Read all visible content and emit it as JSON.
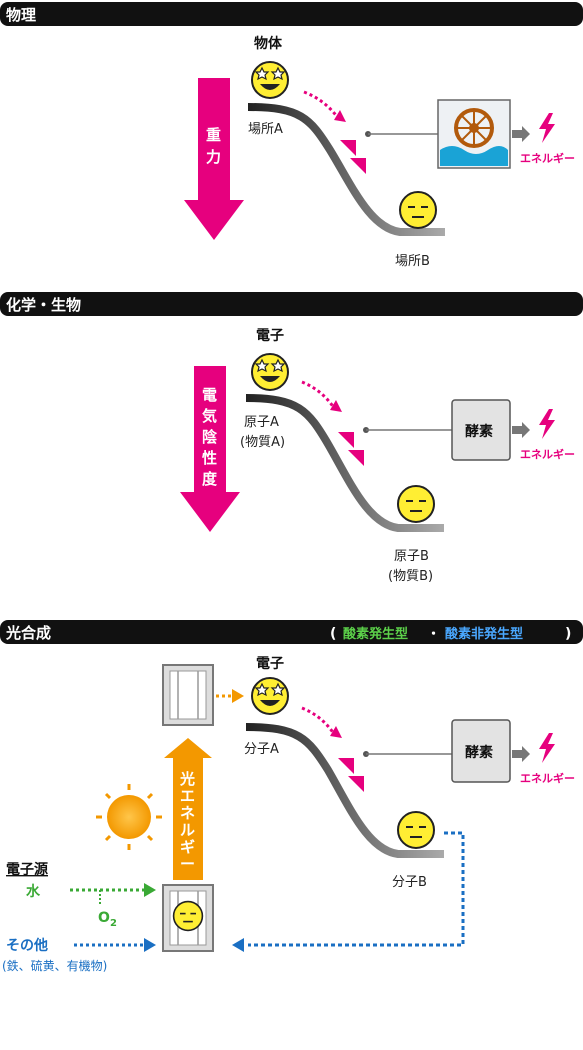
{
  "sections": {
    "physics": {
      "title": "物理",
      "subject": "物体",
      "force": [
        "重",
        "力"
      ],
      "place_a": "場所A",
      "place_b": "場所B",
      "output": "エネルギー"
    },
    "chemistry": {
      "title": "化学・生物",
      "subject": "電子",
      "force": [
        "電",
        "気",
        "陰",
        "性",
        "度"
      ],
      "place_a_line1": "原子A",
      "place_a_line2": "(物質A)",
      "place_b_line1": "原子B",
      "place_b_line2": "(物質B)",
      "enzyme": "酵素",
      "output": "エネルギー"
    },
    "photosynthesis": {
      "title": "光合成",
      "types": {
        "open": "(",
        "oxygenic": "酸素発生型",
        "separator": "・",
        "anoxygenic": "酸素非発生型",
        "close": ")"
      },
      "subject": "電子",
      "place_a": "分子A",
      "place_b": "分子B",
      "enzyme": "酵素",
      "output": "エネルギー",
      "light_energy": [
        "光",
        "エ",
        "ネ",
        "ル",
        "ギ",
        "ー"
      ],
      "electron_source": {
        "heading": "電子源",
        "water": "水",
        "oxygen": "O",
        "oxygen_sub": "2",
        "other": "その他",
        "other_detail": "(鉄、硫黄、有機物)"
      }
    }
  },
  "colors": {
    "magenta": "#e6007e",
    "orange": "#f39800",
    "green": "#3aa935",
    "blue": "#1a6fc3",
    "yellow": "#ffee33",
    "bar": "#111111"
  }
}
